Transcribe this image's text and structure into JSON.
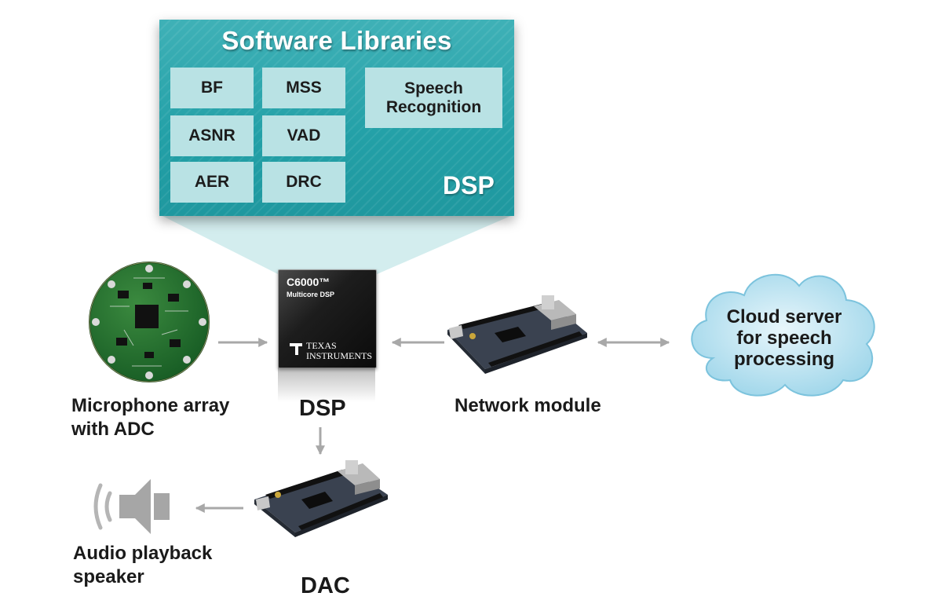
{
  "libraries": {
    "title": "Software Libraries",
    "items": [
      "BF",
      "MSS",
      "ASNR",
      "VAD",
      "AER",
      "DRC"
    ],
    "speech_recognition": [
      "Speech",
      "Recognition"
    ],
    "dsp_label": "DSP"
  },
  "chip": {
    "name": "C6000™",
    "subtitle": "Multicore DSP",
    "brand_line1": "Texas",
    "brand_line2": "Instruments",
    "logo_icon": "ti-logo-icon"
  },
  "nodes": {
    "microphone": [
      "Microphone array",
      "with ADC"
    ],
    "dsp": "DSP",
    "network": "Network module",
    "cloud": [
      "Cloud server",
      "for speech",
      "processing"
    ],
    "speaker": [
      "Audio playback",
      "speaker"
    ],
    "dac": "DAC"
  },
  "colors": {
    "panel_teal": "#23a0a7",
    "library_box": "#b9e2e4",
    "cloud": "#bfe6f1",
    "arrow": "#a8a8a8"
  }
}
